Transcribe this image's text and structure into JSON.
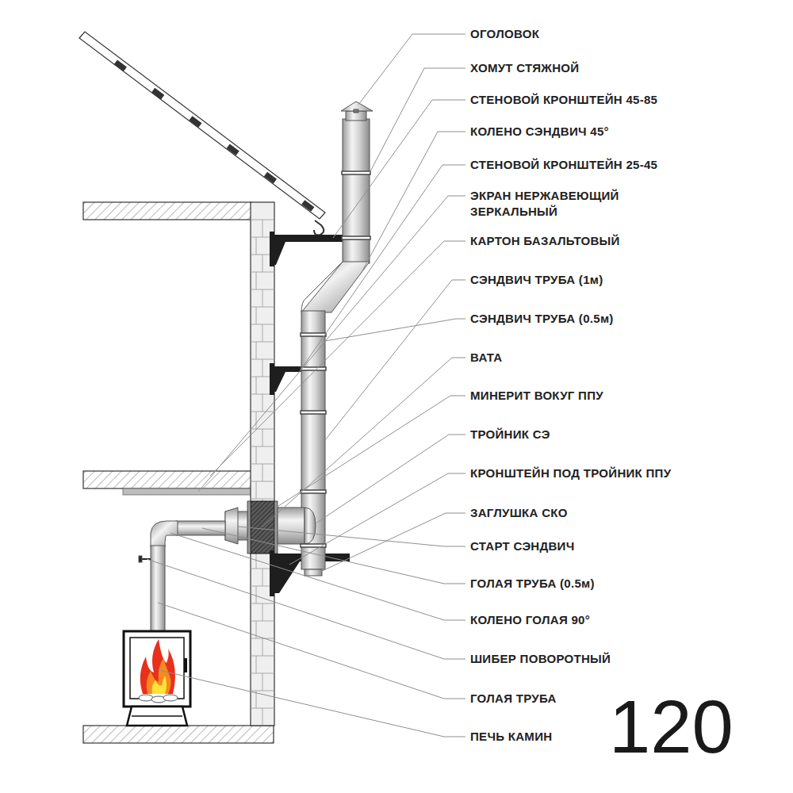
{
  "diagram": {
    "labels": [
      "ОГОЛОВОК",
      "ХОМУТ СТЯЖНОЙ",
      "СТЕНОВОЙ КРОНШТЕЙН 45-85",
      "КОЛЕНО СЭНДВИЧ 45°",
      "СТЕНОВОЙ КРОНШТЕЙН 25-45",
      "ЭКРАН НЕРЖАВЕЮЩИЙ ЗЕРКАЛЬНЫЙ",
      "КАРТОН БАЗАЛЬТОВЫЙ",
      "СЭНДВИЧ ТРУБА (1м)",
      "СЭНДВИЧ ТРУБА (0.5м)",
      "ВАТА",
      "МИНЕРИТ ВОКУГ ППУ",
      "ТРОЙНИК СЭ",
      "КРОНШТЕЙН ПОД ТРОЙНИК ППУ",
      "ЗАГЛУШКА СКО",
      "СТАРТ СЭНДВИЧ",
      "ГОЛАЯ ТРУБА (0.5м)",
      "КОЛЕНО ГОЛАЯ 90°",
      "ШИБЕР ПОВОРОТНЫЙ",
      "ГОЛАЯ ТРУБА",
      "ПЕЧЬ КАМИН",
      "120"
    ]
  }
}
